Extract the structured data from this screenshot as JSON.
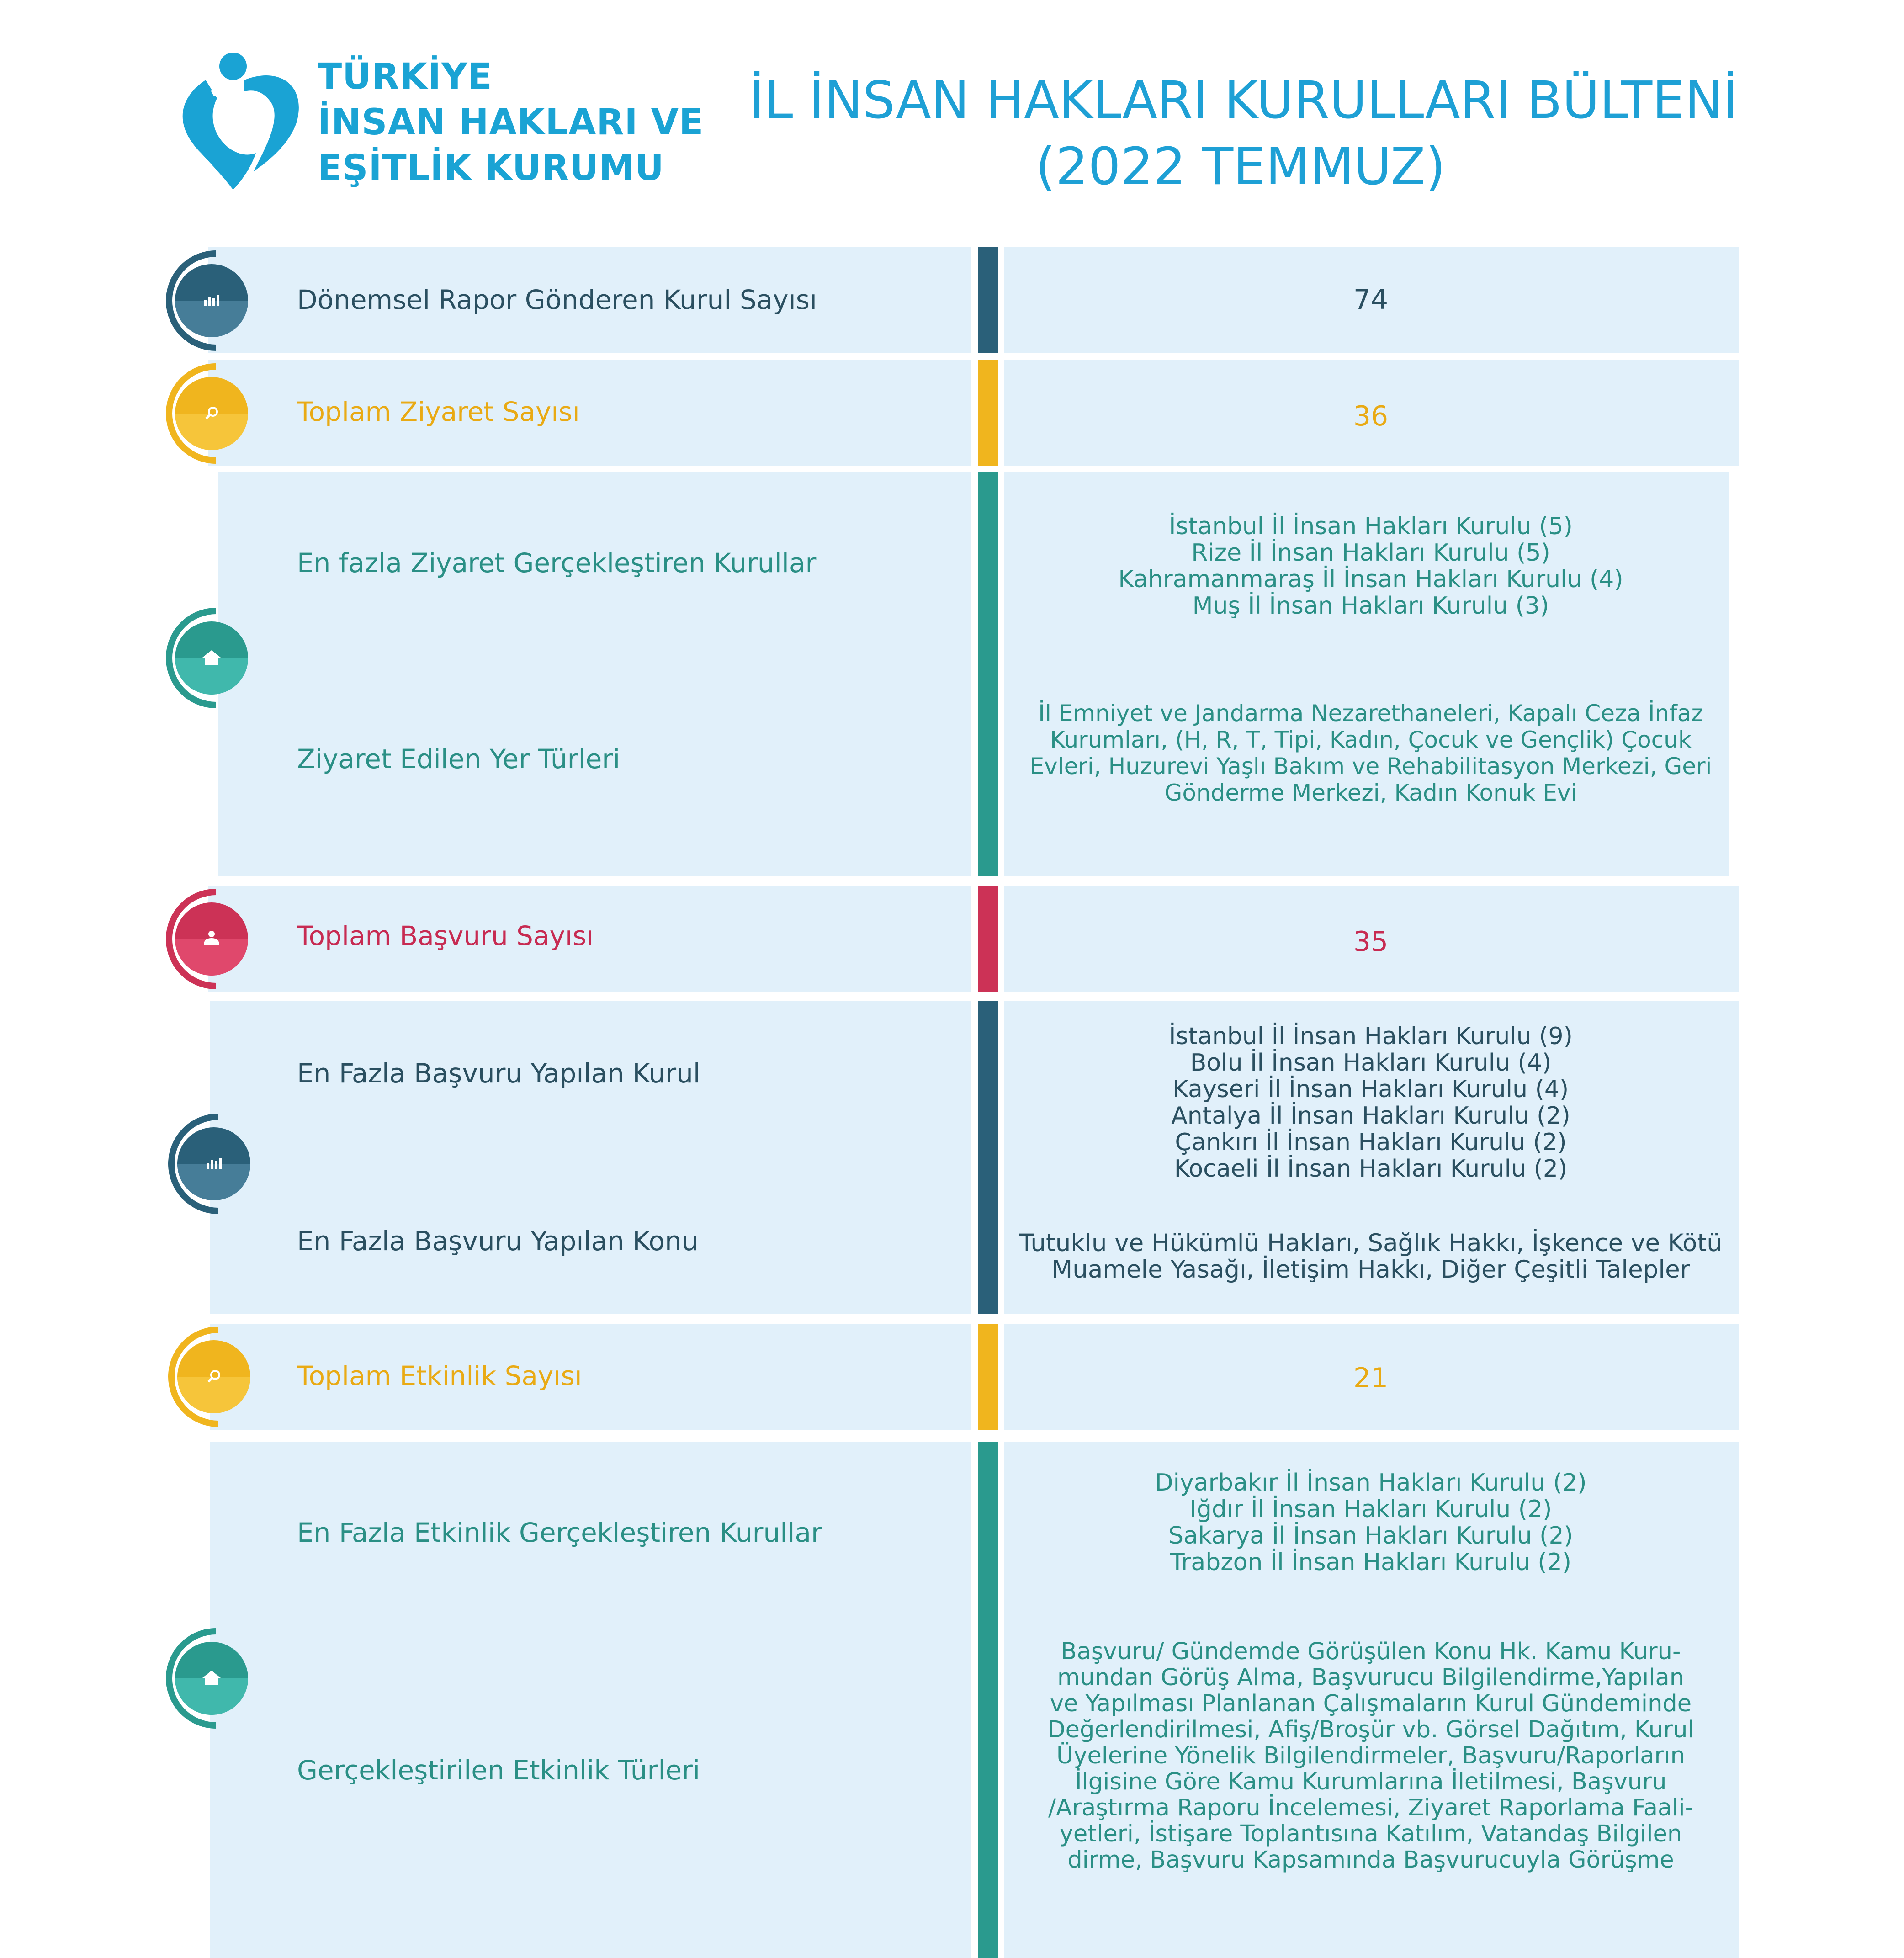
{
  "header": {
    "org_name_lines": [
      "TÜRKİYE",
      "İNSAN HAKLARI VE",
      "EŞİTLİK KURUMU"
    ],
    "title_line1": "İL İNSAN HAKLARI KURULLARI BÜLTENİ",
    "title_line2": "(2022 TEMMUZ)"
  },
  "colors": {
    "brand_blue": "#1aa3d4",
    "panel_bg": "#e1f0fa",
    "dark_blue": "#2a6079",
    "yellow": "#f0b51e",
    "teal": "#2a9a8e",
    "red": "#cc3256"
  },
  "rows": {
    "reports": {
      "label": "Dönemsel Rapor Gönderen Kurul Sayısı",
      "value": "74",
      "icon": "bar-chart-icon"
    },
    "visits": {
      "label": "Toplam Ziyaret Sayısı",
      "value": "36",
      "icon": "search-icon"
    },
    "visit_details": {
      "icon": "home-icon",
      "top_label": "En fazla Ziyaret Gerçekleştiren Kurullar",
      "top_values": [
        "İstanbul İl İnsan Hakları Kurulu (5)",
        "Rize İl İnsan Hakları Kurulu (5)",
        "Kahramanmaraş İl İnsan Hakları Kurulu (4)",
        "Muş İl İnsan Hakları Kurulu (3)"
      ],
      "bottom_label": "Ziyaret Edilen Yer Türleri",
      "bottom_values": [
        "İl Emniyet ve Jandarma Nezarethaneleri, Kapalı Ceza İnfaz",
        "Kurumları, (H, R, T, Tipi, Kadın, Çocuk ve Gençlik) Çocuk",
        "Evleri, Huzurevi Yaşlı Bakım ve Rehabilitasyon Merkezi, Geri",
        "Gönderme Merkezi, Kadın Konuk Evi"
      ]
    },
    "applications": {
      "label": "Toplam Başvuru Sayısı",
      "value": "35",
      "icon": "user-icon"
    },
    "application_details": {
      "icon": "bar-chart-icon",
      "top_label": "En Fazla Başvuru Yapılan Kurul",
      "top_values": [
        "İstanbul İl İnsan Hakları Kurulu (9)",
        "Bolu İl İnsan Hakları Kurulu (4)",
        "Kayseri İl İnsan Hakları Kurulu (4)",
        "Antalya İl İnsan Hakları Kurulu (2)",
        "Çankırı İl İnsan Hakları Kurulu (2)",
        "Kocaeli İl İnsan Hakları Kurulu (2)"
      ],
      "bottom_label": "En Fazla Başvuru Yapılan Konu",
      "bottom_values": [
        "Tutuklu ve Hükümlü Hakları, Sağlık Hakkı, İşkence ve Kötü",
        "Muamele Yasağı, İletişim Hakkı, Diğer Çeşitli Talepler"
      ]
    },
    "activities": {
      "label": "Toplam Etkinlik Sayısı",
      "value": "21",
      "icon": "search-icon"
    },
    "activity_details": {
      "icon": "home-icon",
      "top_label": "En Fazla Etkinlik Gerçekleştiren Kurullar",
      "top_values": [
        "Diyarbakır İl İnsan Hakları Kurulu (2)",
        "Iğdır İl İnsan Hakları Kurulu (2)",
        "Sakarya İl İnsan Hakları Kurulu (2)",
        "Trabzon İl İnsan Hakları Kurulu (2)"
      ],
      "bottom_label": "Gerçekleştirilen Etkinlik Türleri",
      "bottom_values": [
        "Başvuru/ Gündemde Görüşülen Konu Hk. Kamu Kuru-",
        "mundan Görüş Alma, Başvurucu Bilgilendirme,Yapılan",
        "ve Yapılması Planlanan Çalışmaların Kurul Gündeminde",
        "Değerlendirilmesi, Afiş/Broşür vb. Görsel Dağıtım, Kurul",
        "Üyelerine Yönelik Bilgilendirmeler, Başvuru/Raporların",
        "İlgisine Göre Kamu Kurumlarına İletilmesi, Başvuru",
        "/Araştırma Raporu İncelemesi, Ziyaret Raporlama Faali-",
        "yetleri, İstişare Toplantısına Katılım, Vatandaş Bilgilen",
        "dirme,  Başvuru Kapsamında Başvurucuyla Görüşme"
      ]
    }
  }
}
